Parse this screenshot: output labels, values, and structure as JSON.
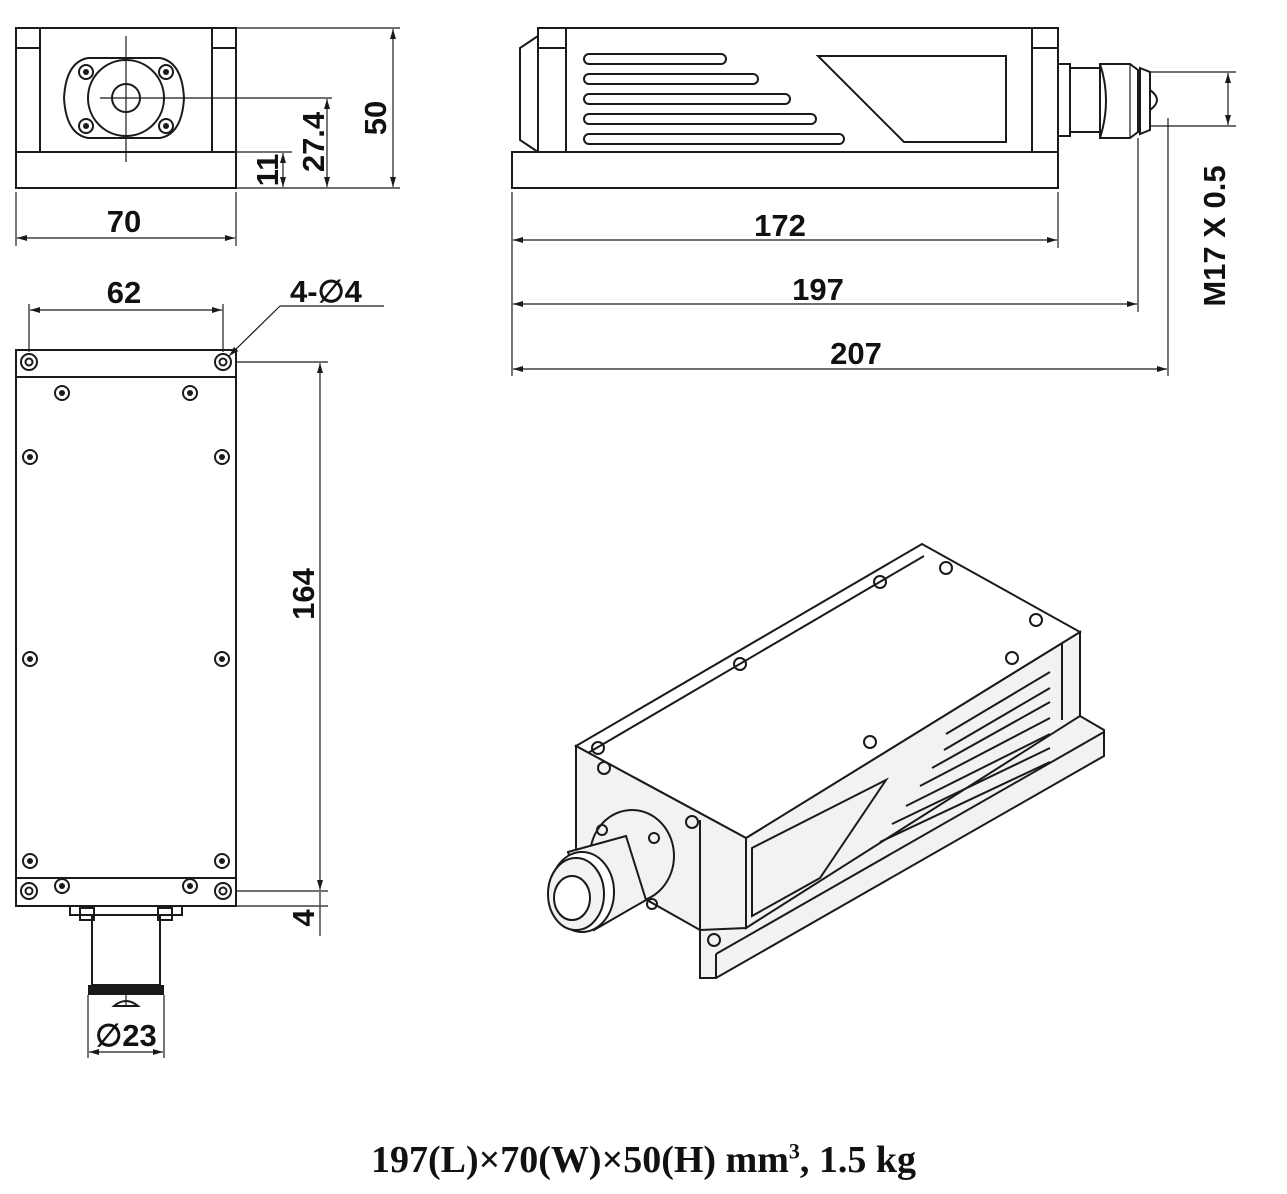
{
  "front_view": {
    "width_label": "70",
    "height_label": "50",
    "center_height_label": "27.4",
    "base_label": "11"
  },
  "top_view": {
    "hole_spacing_label": "62",
    "hole_label": "4-∅4",
    "length_label": "164",
    "edge_label": "4",
    "diameter_label": "∅23"
  },
  "side_view": {
    "body_length_label": "172",
    "total_length_label": "197",
    "overall_length_label": "207",
    "thread_label": "M17 X 0.5"
  },
  "caption": {
    "prefix": "197(L)×70(W)×50(H) mm",
    "superscript": "3",
    "suffix": ", 1.5 kg"
  }
}
